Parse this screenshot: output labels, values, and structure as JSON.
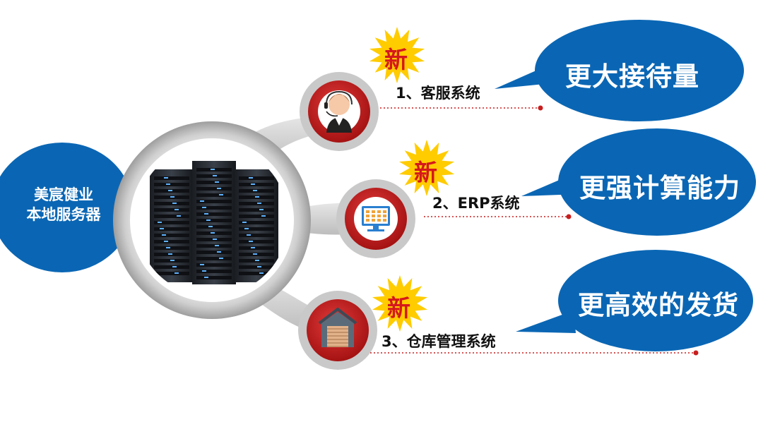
{
  "main": {
    "server_label_line1": "美宸健业",
    "server_label_line2": "本地服务器"
  },
  "systems": [
    {
      "label": "1、客服系统",
      "badge": "新",
      "benefit": "更大接待量",
      "icon": "customer-service-icon"
    },
    {
      "label": "2、ERP系统",
      "badge": "新",
      "benefit": "更强计算能力",
      "icon": "erp-screen-icon"
    },
    {
      "label": "3、仓库管理系统",
      "badge": "新",
      "benefit": "更高效的发货",
      "icon": "warehouse-icon"
    }
  ],
  "colors": {
    "accent_blue": "#0a66b4",
    "accent_red": "#c81e1e",
    "badge_yellow": "#ffcc00",
    "ring_gray": "#cfcfcf"
  }
}
